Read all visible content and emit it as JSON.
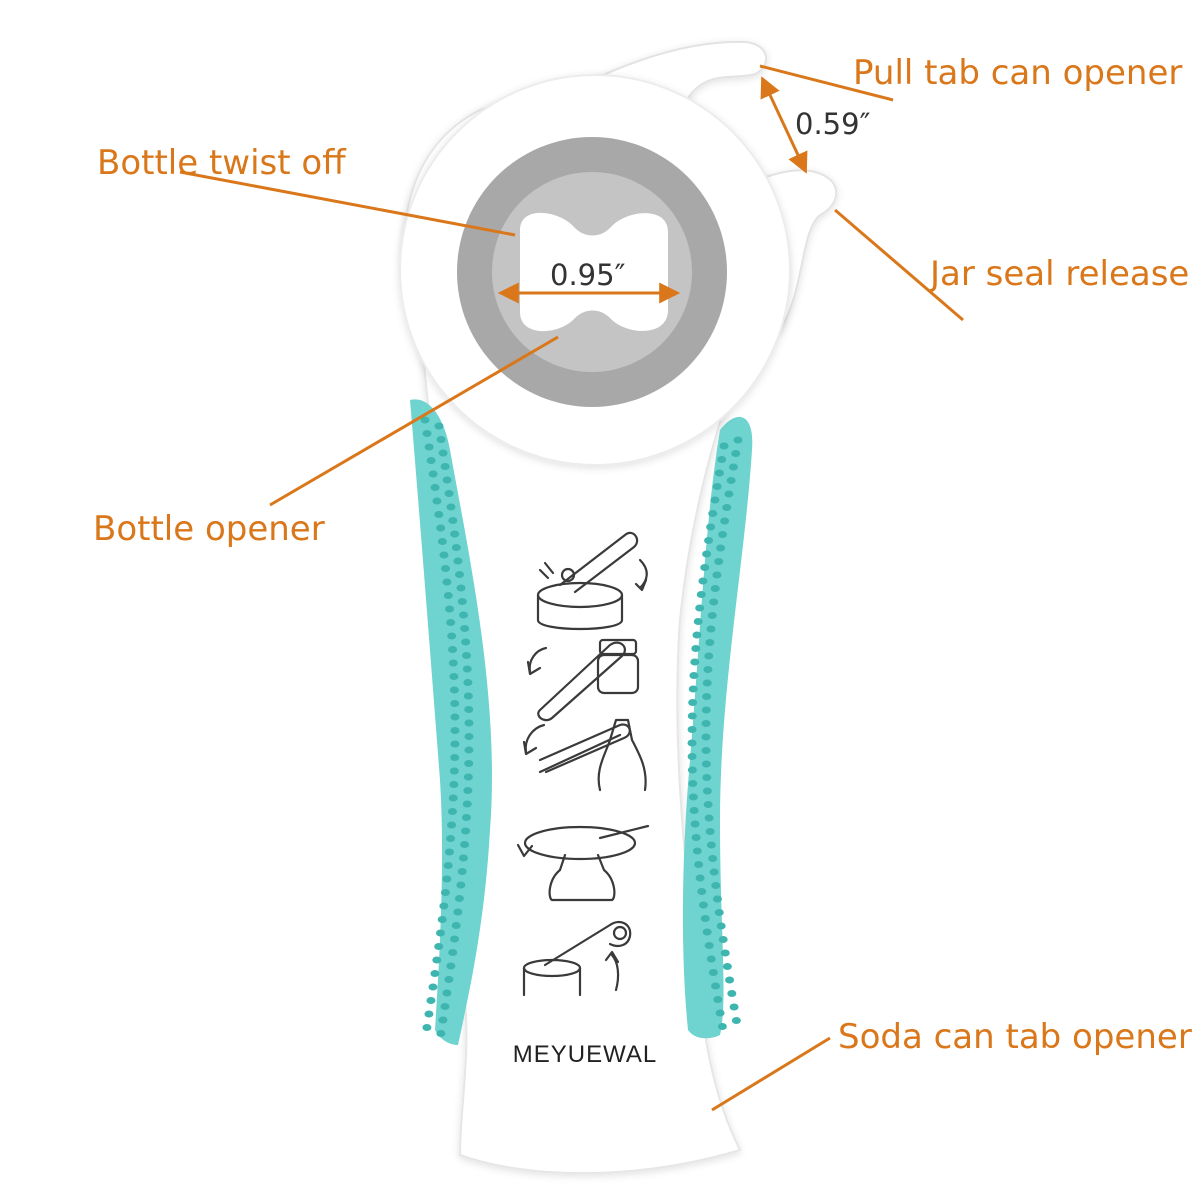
{
  "labels": {
    "pull_tab": "Pull tab can opener",
    "bottle_twist": "Bottle twist off",
    "jar_seal": "Jar seal release",
    "bottle_opener": "Bottle opener",
    "soda_can": "Soda can tab opener"
  },
  "dimensions": {
    "hook_gap": "0.59″",
    "bottle_hole": "0.95″"
  },
  "brand": "MEYUEWAL",
  "colors": {
    "callout": "#d9771a",
    "grip": "#6fd3cf",
    "body": "#ffffff",
    "ring": "#a8a8a8"
  },
  "instructions": [
    {
      "icon": "pull-tab-can-icon"
    },
    {
      "icon": "jar-lid-icon"
    },
    {
      "icon": "bottle-cap-icon"
    },
    {
      "icon": "twist-bottle-icon"
    },
    {
      "icon": "soda-can-icon"
    }
  ]
}
